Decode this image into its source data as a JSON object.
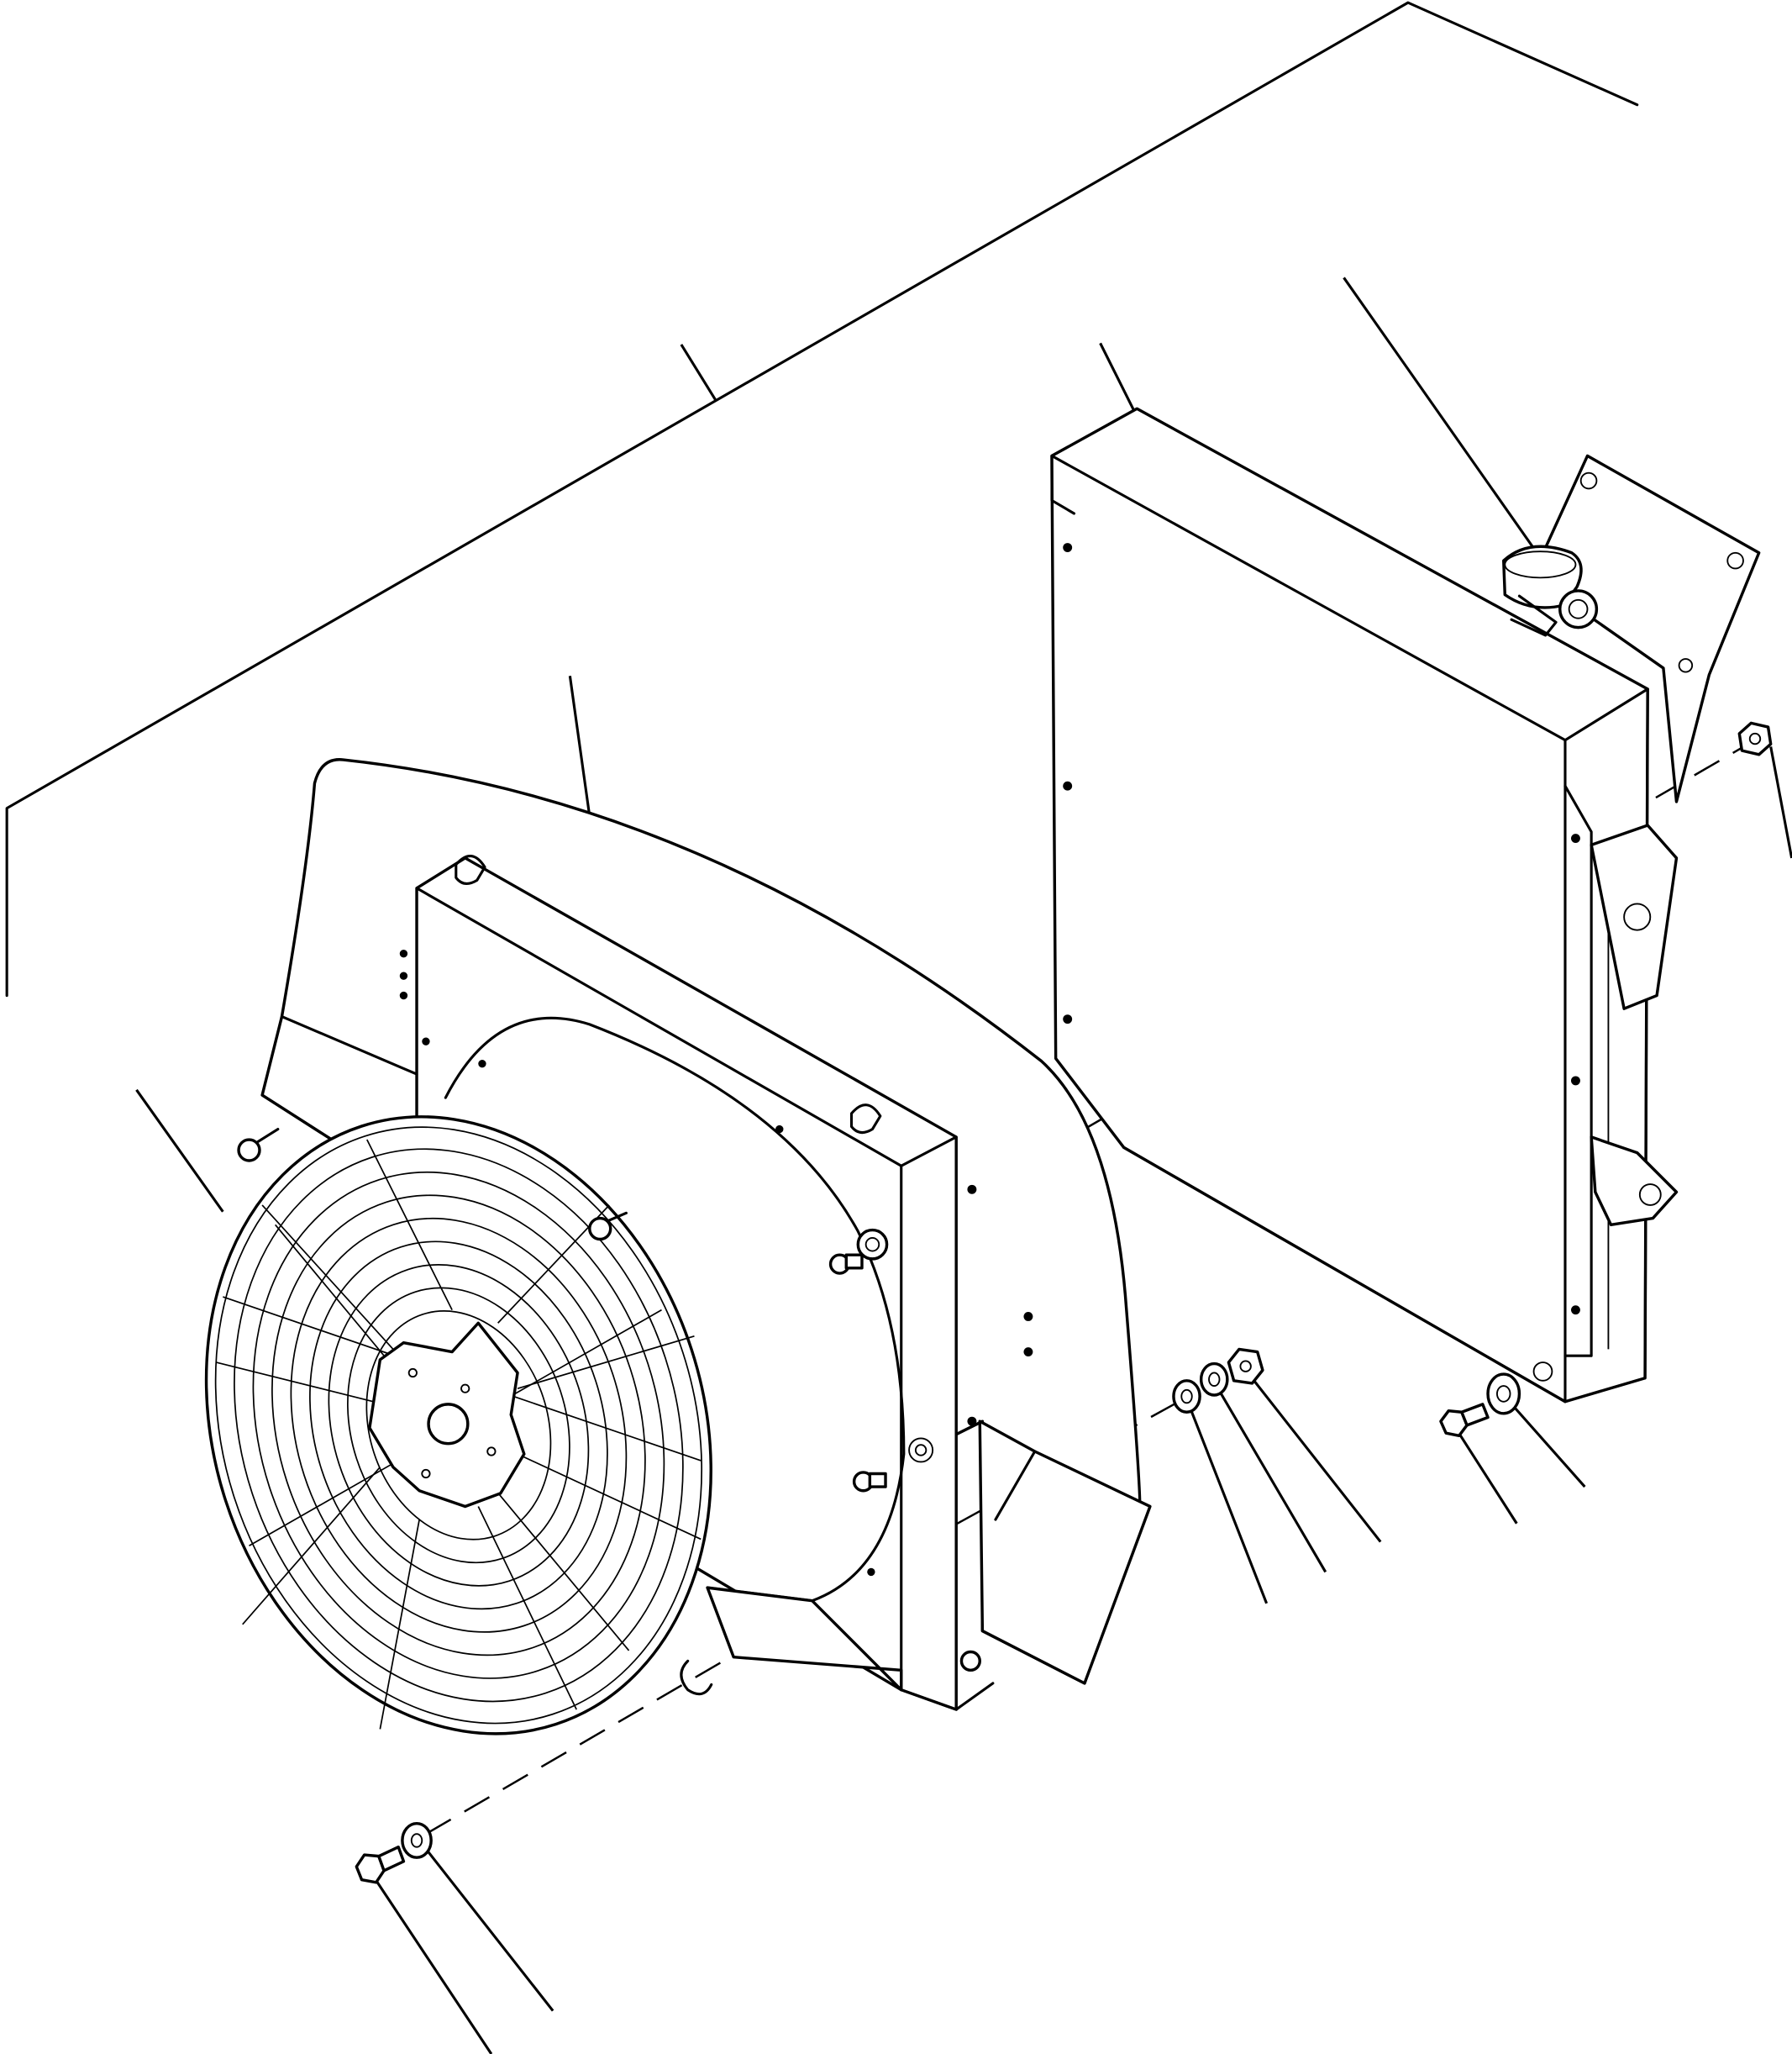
{
  "figure": {
    "type": "exploded-parts-diagram",
    "parts": [
      {
        "name": "machine-frame"
      },
      {
        "name": "fan-shroud"
      },
      {
        "name": "fan-guard"
      },
      {
        "name": "radiator"
      },
      {
        "name": "radiator-cap"
      },
      {
        "name": "nut"
      },
      {
        "name": "washer"
      },
      {
        "name": "lock-washer"
      },
      {
        "name": "bolt"
      }
    ],
    "callout_labels": []
  }
}
